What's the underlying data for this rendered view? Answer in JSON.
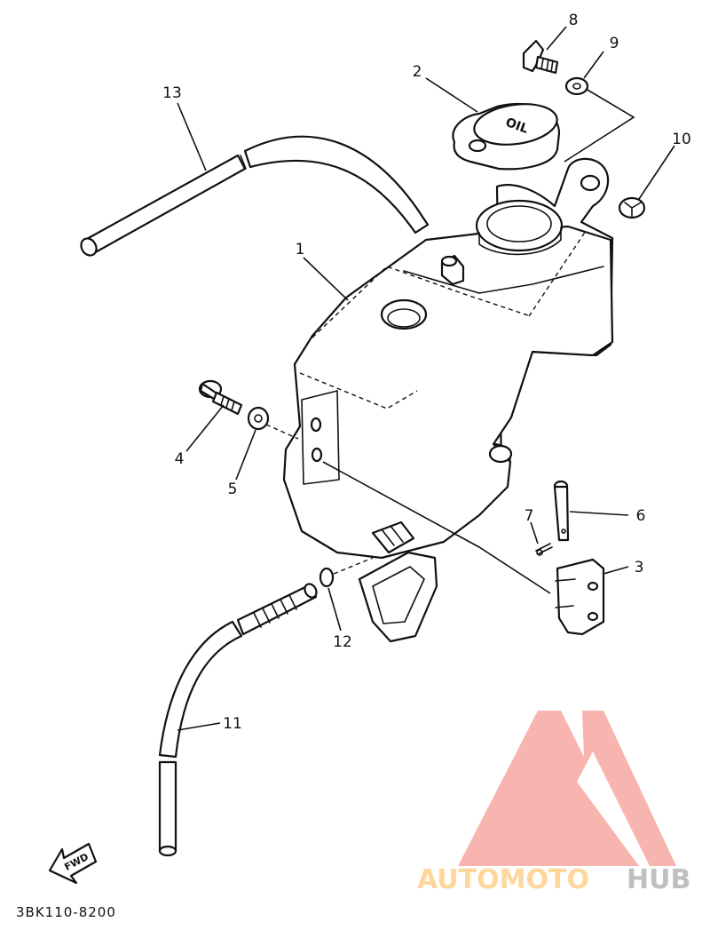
{
  "diagram": {
    "callouts": [
      {
        "id": "1",
        "label": "1"
      },
      {
        "id": "2",
        "label": "2"
      },
      {
        "id": "3",
        "label": "3"
      },
      {
        "id": "4",
        "label": "4"
      },
      {
        "id": "5",
        "label": "5"
      },
      {
        "id": "6",
        "label": "6"
      },
      {
        "id": "7",
        "label": "7"
      },
      {
        "id": "8",
        "label": "8"
      },
      {
        "id": "9",
        "label": "9"
      },
      {
        "id": "10",
        "label": "10"
      },
      {
        "id": "11",
        "label": "11"
      },
      {
        "id": "12",
        "label": "12"
      },
      {
        "id": "13",
        "label": "13"
      }
    ],
    "fwd_label": "FWD",
    "cap_marking": "OIL",
    "catalog_code": "3BK110-8200"
  },
  "watermark": {
    "brand_part1": "AUTOMOTO",
    "brand_part2": "HUB",
    "color_primary": "#f7a8a0",
    "color_accent": "#ffcf8a",
    "color_secondary": "#b5b5b5"
  }
}
